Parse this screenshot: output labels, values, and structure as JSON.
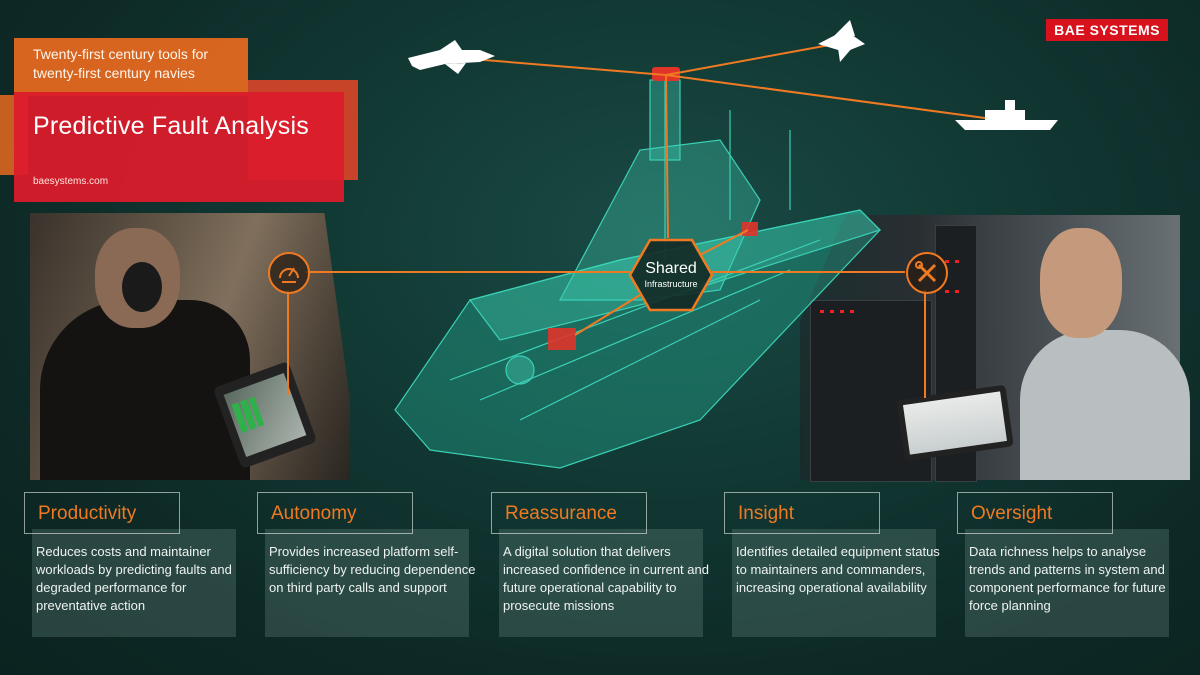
{
  "header": {
    "subtitle": "Twenty-first century tools for twenty-first century navies",
    "title": "Predictive Fault Analysis",
    "url": "baesystems.com"
  },
  "logo": {
    "text": "BAE SYSTEMS"
  },
  "hub": {
    "title": "Shared",
    "subtitle": "Infrastructure"
  },
  "icons": [
    "gauge-icon",
    "wrench-screwdriver-icon",
    "jet-icon",
    "ship-icon",
    "antenna-icon"
  ],
  "colors": {
    "accent": "#f07a22",
    "brand": "#d8121d",
    "ship": "#3fe0c4"
  },
  "cards": [
    {
      "title": "Productivity",
      "text": "Reduces costs and maintainer workloads by predicting faults and degraded performance for preventative action"
    },
    {
      "title": "Autonomy",
      "text": "Provides increased platform self-sufficiency by reducing dependence on third party calls and support"
    },
    {
      "title": "Reassurance",
      "text": "A digital solution that delivers increased confidence in current and future operational capability to prosecute missions"
    },
    {
      "title": "Insight",
      "text": "Identifies detailed equipment status to maintainers and commanders, increasing operational availability"
    },
    {
      "title": "Oversight",
      "text": "Data richness helps to analyse trends and patterns in system and component performance for future force planning"
    }
  ]
}
